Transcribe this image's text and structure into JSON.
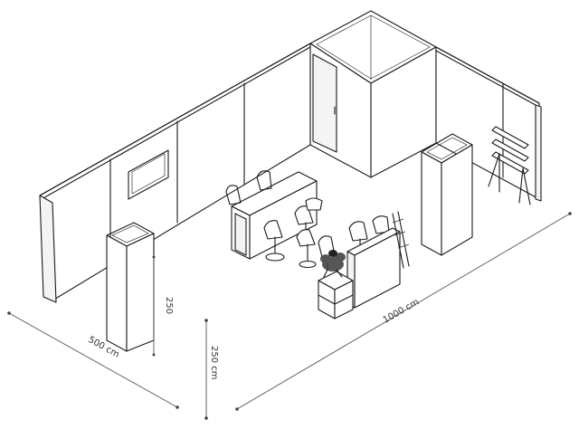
{
  "dimensions": {
    "depth_label": "500 cm",
    "height_label": "250 cm",
    "length_label": "1000 cm",
    "column_height_label": "250"
  },
  "colors": {
    "line": "#1a1a1a",
    "panel": "#ffffff",
    "dimension_line": "#555555",
    "plant": "#3a3a3a"
  }
}
